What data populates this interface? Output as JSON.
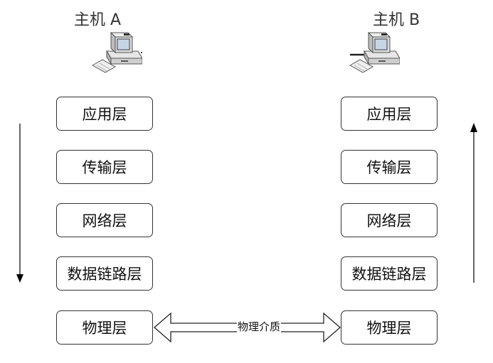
{
  "hosts": [
    {
      "label": "主机 A",
      "cable_side": "right"
    },
    {
      "label": "主机 B",
      "cable_side": "left"
    }
  ],
  "stack_a": {
    "layers": [
      "应用层",
      "传输层",
      "网络层",
      "数据链路层",
      "物理层"
    ],
    "flow": "down"
  },
  "stack_b": {
    "layers": [
      "应用层",
      "传输层",
      "网络层",
      "数据链路层",
      "物理层"
    ],
    "flow": "up"
  },
  "medium": {
    "label": "物理介质",
    "direction": "bidirectional"
  },
  "colors": {
    "border": "#333333",
    "text": "#111111",
    "arrow": "#000000",
    "background": "#ffffff"
  }
}
